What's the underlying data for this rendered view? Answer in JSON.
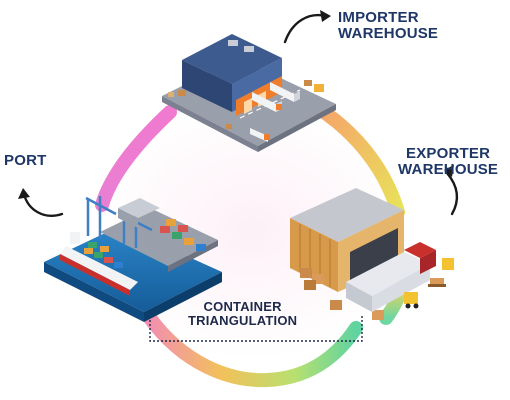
{
  "labels": {
    "importer_warehouse": {
      "line1": "IMPORTER",
      "line2": "WAREHOUSE"
    },
    "exporter_warehouse": {
      "line1": "EXPORTER",
      "line2": "WAREHOUSE"
    },
    "port": "PORT",
    "container_triangulation": {
      "line1": "CONTAINER",
      "line2": "TRIANGULATION"
    }
  },
  "colors": {
    "label_text": "#1e3766",
    "ring_pink": "#ee6fc8",
    "ring_orange": "#f7a65c",
    "ring_yellow": "#e6e44f",
    "ring_green": "#5fd39a",
    "water": "#1f6fb3",
    "warehouse_roof": "#3a5a8c",
    "ground_gray": "#b9bcc4",
    "dock_orange": "#ef7d2a"
  }
}
